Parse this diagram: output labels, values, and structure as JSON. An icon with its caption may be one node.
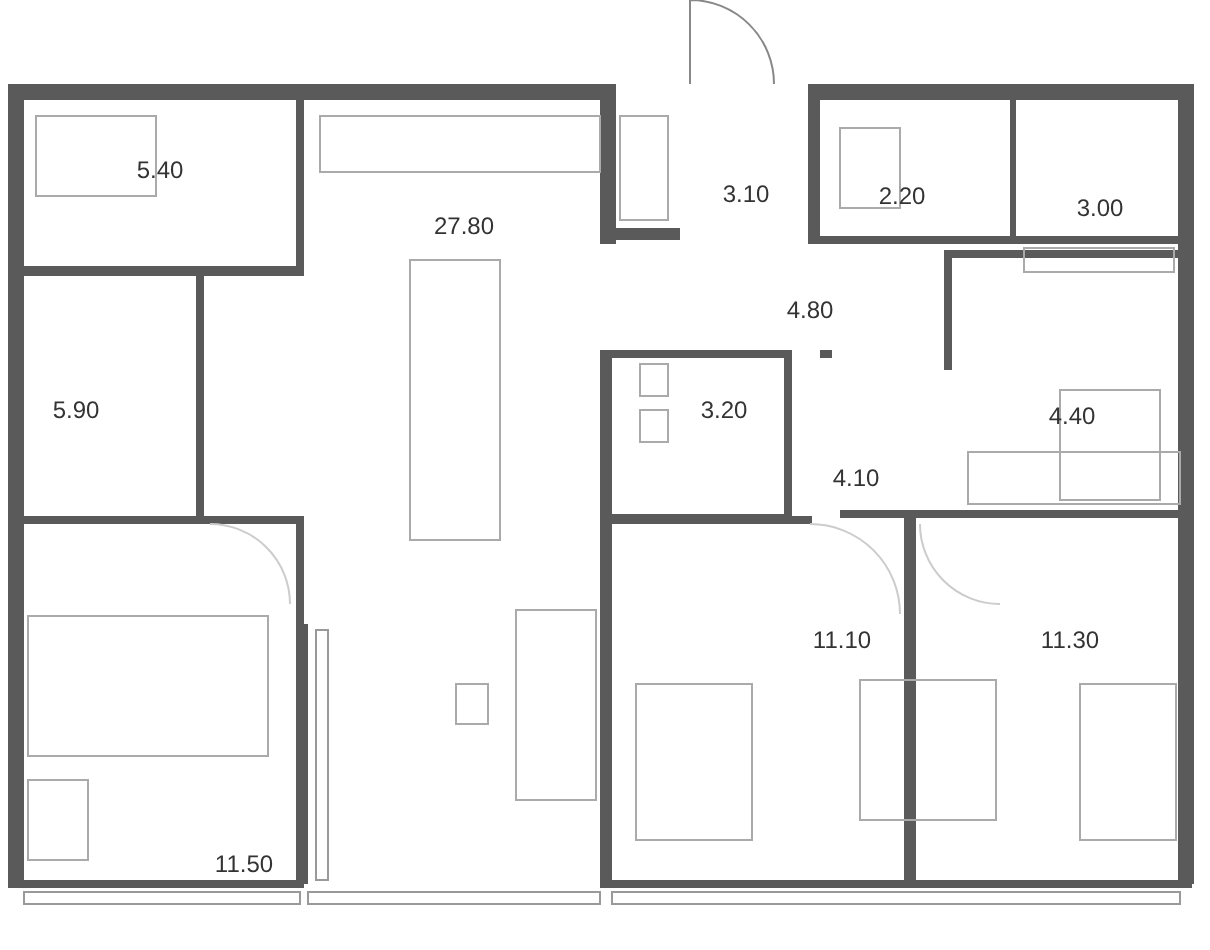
{
  "diagram": {
    "labels": [
      "5.40",
      "27.80",
      "3.10",
      "2.20",
      "3.00",
      "4.80",
      "5.90",
      "3.20",
      "4.40",
      "4.10",
      "11.10",
      "11.30",
      "11.50"
    ]
  }
}
